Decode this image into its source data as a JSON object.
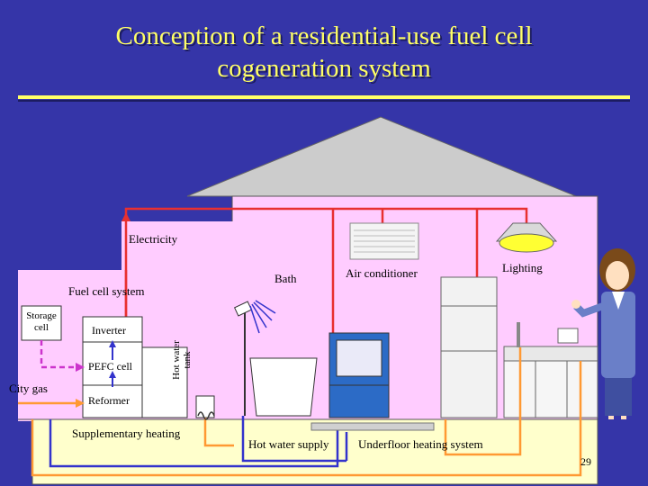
{
  "title": {
    "line1": "Conception of a residential-use fuel cell",
    "line2": "cogeneration system"
  },
  "labels": {
    "electricity": "Electricity",
    "bath": "Bath",
    "air_conditioner": "Air conditioner",
    "lighting": "Lighting",
    "fuel_cell_system": "Fuel cell system",
    "storage_cell": "Storage cell",
    "inverter": "Inverter",
    "pefc_cell": "PEFC cell",
    "reformer": "Reformer",
    "hot_water_tank": "Hot water tank",
    "city_gas": "City gas",
    "supplementary_heating": "Supplementary heating",
    "hot_water_supply": "Hot water supply",
    "underfloor_heating": "Underfloor heating system"
  },
  "page_number": "29",
  "colors": {
    "background": "#3535a8",
    "title": "#ffff66",
    "house_wall": "#ffccff",
    "floor": "#ffffcc",
    "electric_line": "#e83030",
    "water_line": "#ff9933",
    "heating_line": "#3333cc",
    "dashed_line": "#cc33cc"
  }
}
